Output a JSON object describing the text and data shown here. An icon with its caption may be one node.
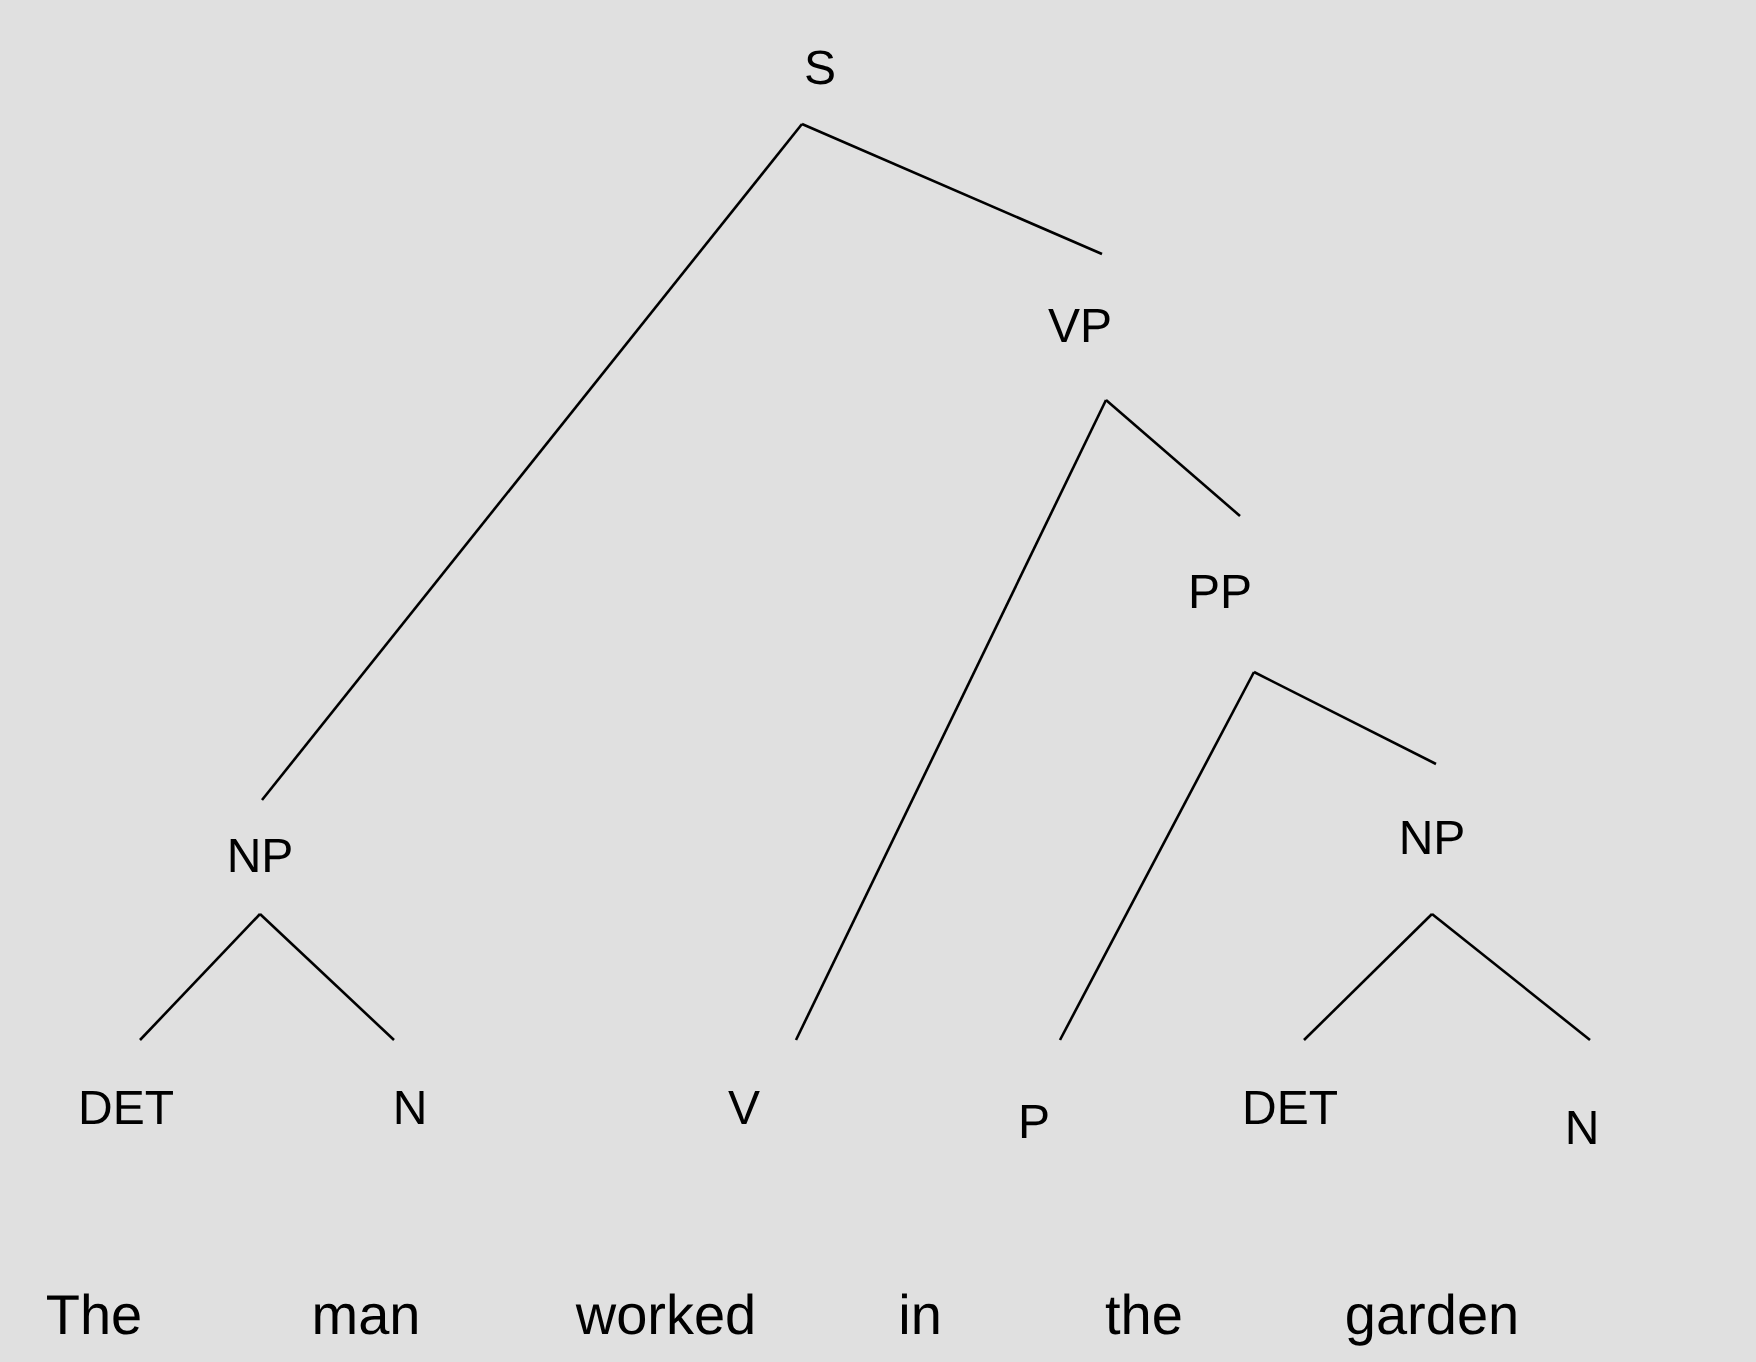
{
  "diagram": {
    "nodes": [
      {
        "text": [
          "S"
        ]
      },
      {
        "text": [
          "VP"
        ]
      },
      {
        "text": [
          "PP"
        ]
      },
      {
        "text": [
          "NP"
        ]
      },
      {
        "text": [
          "NP"
        ]
      },
      {
        "text": [
          "DET"
        ]
      },
      {
        "text": [
          "N"
        ]
      },
      {
        "text": [
          "V"
        ]
      },
      {
        "text": [
          "P"
        ]
      },
      {
        "text": [
          "DET"
        ]
      },
      {
        "text": [
          "N"
        ]
      }
    ],
    "edges": [
      {
        "from": 0,
        "to": 3,
        "arrow": "none"
      },
      {
        "from": 0,
        "to": 1,
        "arrow": "none"
      },
      {
        "from": 1,
        "to": 7,
        "arrow": "none"
      },
      {
        "from": 1,
        "to": 2,
        "arrow": "none"
      },
      {
        "from": 2,
        "to": 8,
        "arrow": "none"
      },
      {
        "from": 2,
        "to": 4,
        "arrow": "none"
      },
      {
        "from": 3,
        "to": 5,
        "arrow": "none"
      },
      {
        "from": 3,
        "to": 6,
        "arrow": "none"
      },
      {
        "from": 4,
        "to": 9,
        "arrow": "none"
      },
      {
        "from": 4,
        "to": 10,
        "arrow": "none"
      }
    ],
    "labels": [
      "The",
      "man",
      "worked",
      "in",
      "the",
      "garden"
    ]
  }
}
